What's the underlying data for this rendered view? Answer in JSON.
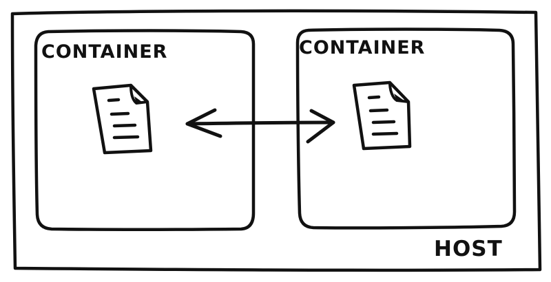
{
  "diagram": {
    "host_label": "HOST",
    "containers": [
      {
        "label": "CONTAINER"
      },
      {
        "label": "CONTAINER"
      }
    ],
    "connector": {
      "type": "bidirectional-arrow"
    },
    "colors": {
      "ink": "#111111",
      "background": "#ffffff"
    }
  }
}
